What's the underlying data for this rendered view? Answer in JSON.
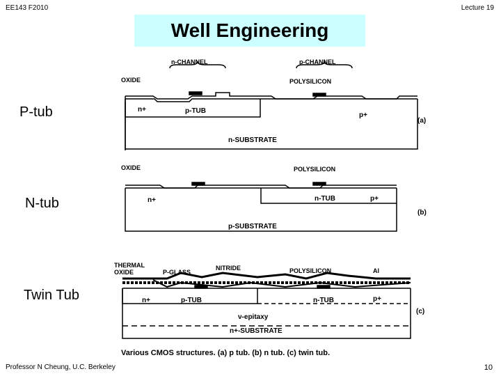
{
  "header": {
    "course": "EE143  F2010",
    "lecture": "Lecture 19"
  },
  "title": "Well Engineering",
  "side_labels": {
    "ptub": "P-tub",
    "ntub": "N-tub",
    "twin": "Twin Tub"
  },
  "figure": {
    "a": {
      "channel_n": "n-CHANNEL",
      "channel_p": "p-CHANNEL",
      "oxide": "OXIDE",
      "poly": "POLYSILICON",
      "nplus": "n+",
      "tub": "p-TUB",
      "pplus": "p+",
      "substrate": "n-SUBSTRATE",
      "tag": "(a)"
    },
    "b": {
      "oxide": "OXIDE",
      "poly": "POLYSILICON",
      "nplus": "n+",
      "tub": "n-TUB",
      "pplus": "p+",
      "substrate": "p-SUBSTRATE",
      "tag": "(b)"
    },
    "c": {
      "thermal": "THERMAL",
      "oxide": "OXIDE",
      "pglass": "P-GLASS",
      "nitride": "NITRIDE",
      "poly": "POLYSILICON",
      "al": "Al",
      "nplus": "n+",
      "ptub": "p-TUB",
      "ntub": "n-TUB",
      "pplus": "p+",
      "epitaxy": "ν-epitaxy",
      "substrate": "n+-SUBSTRATE",
      "tag": "(c)"
    },
    "caption": "Various CMOS structures. (a) p tub. (b) n tub. (c) twin tub."
  },
  "footer": {
    "author": "Professor  N Cheung, U.C. Berkeley",
    "page": "10"
  }
}
